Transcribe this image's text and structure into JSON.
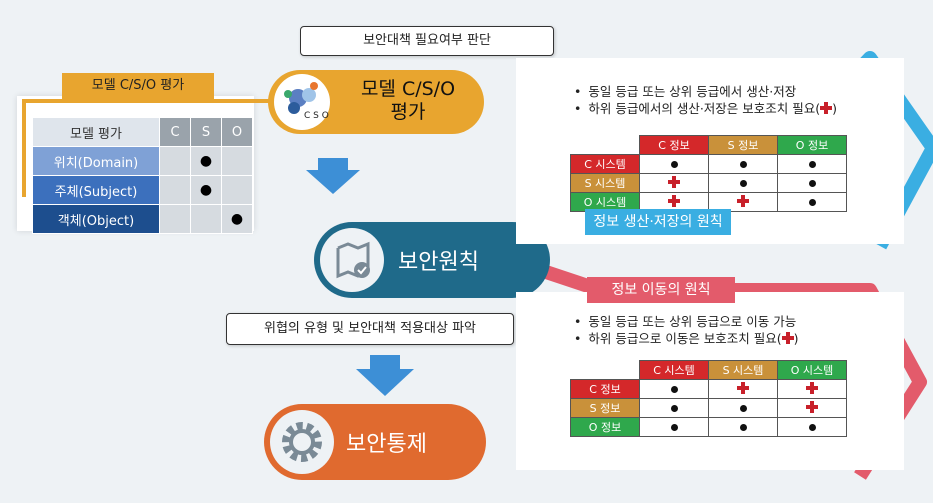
{
  "top_callout": "보안대책 필요여부 판단",
  "bottom_callout": "위협의 유형 및 보안대책 적용대상 파악",
  "model_tab": "모델 C/S/O 평가",
  "model_table": {
    "header": [
      "모델 평가",
      "C",
      "S",
      "O"
    ],
    "rows": [
      {
        "label": "위치(Domain)",
        "marks": [
          "",
          "●",
          ""
        ]
      },
      {
        "label": "주체(Subject)",
        "marks": [
          "",
          "●",
          ""
        ]
      },
      {
        "label": "객체(Object)",
        "marks": [
          "",
          "",
          "●"
        ]
      }
    ]
  },
  "pill_cso": {
    "line1": "모델 C/S/O",
    "line2": "평가",
    "icon_text": "C S O"
  },
  "pill_principle": "보안원칙",
  "pill_control": "보안통제",
  "panel1": {
    "bullets": [
      "동일 등급 또는 상위 등급에서 생산·저장",
      "하위 등급에서의 생산·저장은 보호조치 필요("
    ],
    "closing": ")",
    "table": {
      "cols": [
        "C 정보",
        "S 정보",
        "O 정보"
      ],
      "rows": [
        {
          "label": "C 시스템",
          "cells": [
            "●",
            "●",
            "●"
          ]
        },
        {
          "label": "S 시스템",
          "cells": [
            "+",
            "●",
            "●"
          ]
        },
        {
          "label": "O 시스템",
          "cells": [
            "+",
            "+",
            "●"
          ]
        }
      ]
    },
    "label": "정보 생산·저장의 원칙"
  },
  "panel2": {
    "label": "정보 이동의 원칙",
    "bullets": [
      "동일 등급 또는 상위 등급으로 이동 가능",
      "하위 등급으로 이동은 보호조치 필요("
    ],
    "closing": ")",
    "table": {
      "cols": [
        "C 시스템",
        "S 시스템",
        "O 시스템"
      ],
      "rows": [
        {
          "label": "C 정보",
          "cells": [
            "●",
            "+",
            "+"
          ]
        },
        {
          "label": "S 정보",
          "cells": [
            "●",
            "●",
            "+"
          ]
        },
        {
          "label": "O 정보",
          "cells": [
            "●",
            "●",
            "●"
          ]
        }
      ]
    }
  },
  "colors": {
    "orange": "#e8a52f",
    "teal": "#1f6a8a",
    "control": "#e06a2f",
    "blue_line": "#3aaee2",
    "red_line": "#e35b6b",
    "arrow": "#3d8fd6"
  }
}
